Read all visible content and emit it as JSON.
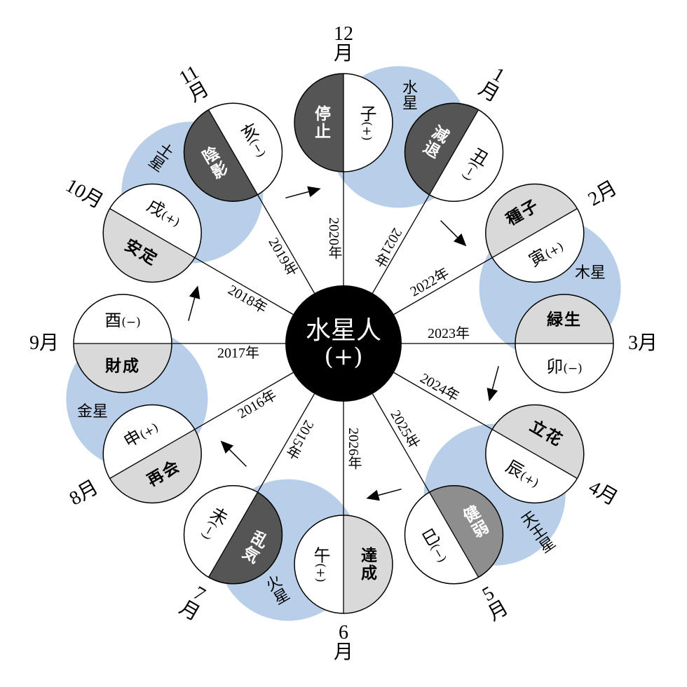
{
  "center": {
    "name": "水星人",
    "sign": "(+)"
  },
  "colors": {
    "blue": "#b9cfe9",
    "dark": "#555555",
    "medium": "#8e8e8e",
    "light": "#d9d9d9",
    "center": "#000000"
  },
  "planets": [
    {
      "name": "水星",
      "between": [
        12,
        1
      ]
    },
    {
      "name": "木星",
      "between": [
        2,
        3
      ]
    },
    {
      "name": "天王星",
      "between": [
        4,
        5
      ]
    },
    {
      "name": "火星",
      "between": [
        6,
        7
      ]
    },
    {
      "name": "金星",
      "between": [
        8,
        9
      ]
    },
    {
      "name": "土星",
      "between": [
        10,
        11
      ]
    }
  ],
  "months": [
    {
      "num": "12",
      "unit": "月",
      "word": "停止",
      "branch": "子",
      "sign": "(+)",
      "shade": "dark",
      "year": "2020年"
    },
    {
      "num": "1",
      "unit": "月",
      "word": "減退",
      "branch": "丑",
      "sign": "(−)",
      "shade": "dark",
      "year": "2021年"
    },
    {
      "num": "2",
      "unit": "月",
      "word": "種子",
      "branch": "寅",
      "sign": "(+)",
      "shade": "light",
      "year": "2022年"
    },
    {
      "num": "3",
      "unit": "月",
      "word": "緑生",
      "branch": "卯",
      "sign": "(−)",
      "shade": "light",
      "year": "2023年"
    },
    {
      "num": "4",
      "unit": "月",
      "word": "立花",
      "branch": "辰",
      "sign": "(+)",
      "shade": "light",
      "year": "2024年"
    },
    {
      "num": "5",
      "unit": "月",
      "word": "健弱",
      "branch": "巳",
      "sign": "(−)",
      "shade": "medium",
      "year": "2025年"
    },
    {
      "num": "6",
      "unit": "月",
      "word": "達成",
      "branch": "午",
      "sign": "(+)",
      "shade": "light",
      "year": "2026年"
    },
    {
      "num": "7",
      "unit": "月",
      "word": "乱気",
      "branch": "未",
      "sign": "(−)",
      "shade": "dark",
      "year": "2015年"
    },
    {
      "num": "8",
      "unit": "月",
      "word": "再会",
      "branch": "申",
      "sign": "(+)",
      "shade": "light",
      "year": "2016年"
    },
    {
      "num": "9",
      "unit": "月",
      "word": "財成",
      "branch": "酉",
      "sign": "(−)",
      "shade": "light",
      "year": "2017年"
    },
    {
      "num": "10",
      "unit": "月",
      "word": "安定",
      "branch": "戌",
      "sign": "(+)",
      "shade": "light",
      "year": "2018年"
    },
    {
      "num": "11",
      "unit": "月",
      "word": "陰影",
      "branch": "亥",
      "sign": "(−)",
      "shade": "dark",
      "year": "2019年"
    }
  ],
  "arrows": {
    "direction": "clockwise",
    "count": 6
  }
}
